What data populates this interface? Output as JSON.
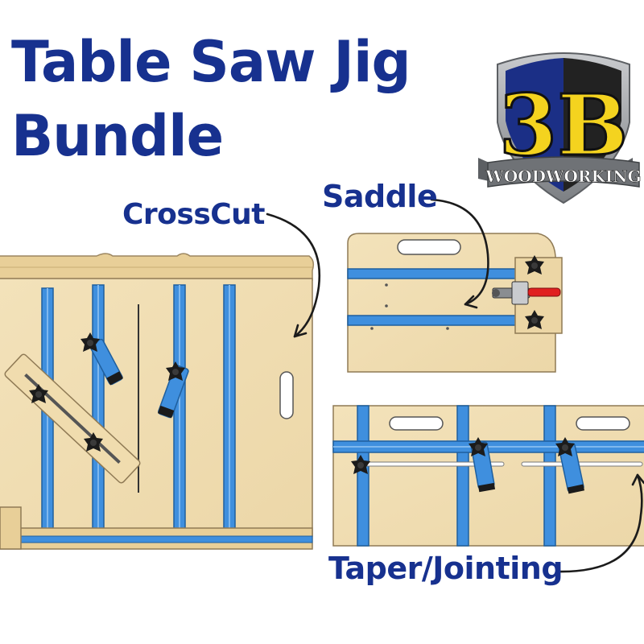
{
  "title": {
    "line1": "Table Saw Jig",
    "line2": "Bundle"
  },
  "logo": {
    "mark": "3B",
    "banner": "WOODWORKING"
  },
  "labels": {
    "crosscut": "CrossCut",
    "saddle": "Saddle",
    "taper": "Taper/Jointing"
  },
  "colors": {
    "title_blue": "#17318f",
    "plywood": "#f2dfb4",
    "plywood_edge": "#e3c891",
    "track_blue": "#3f8fde",
    "track_dark": "#1f5f9e",
    "knob": "#1b1b1b",
    "clamp_red": "#e02020",
    "logo_yellow": "#f4d31f",
    "logo_navy": "#1b2f86",
    "logo_gray": "#8a8d91"
  },
  "icons": [
    "arrow-icon",
    "knob-icon",
    "toggle-clamp-icon",
    "shield-logo-icon"
  ]
}
